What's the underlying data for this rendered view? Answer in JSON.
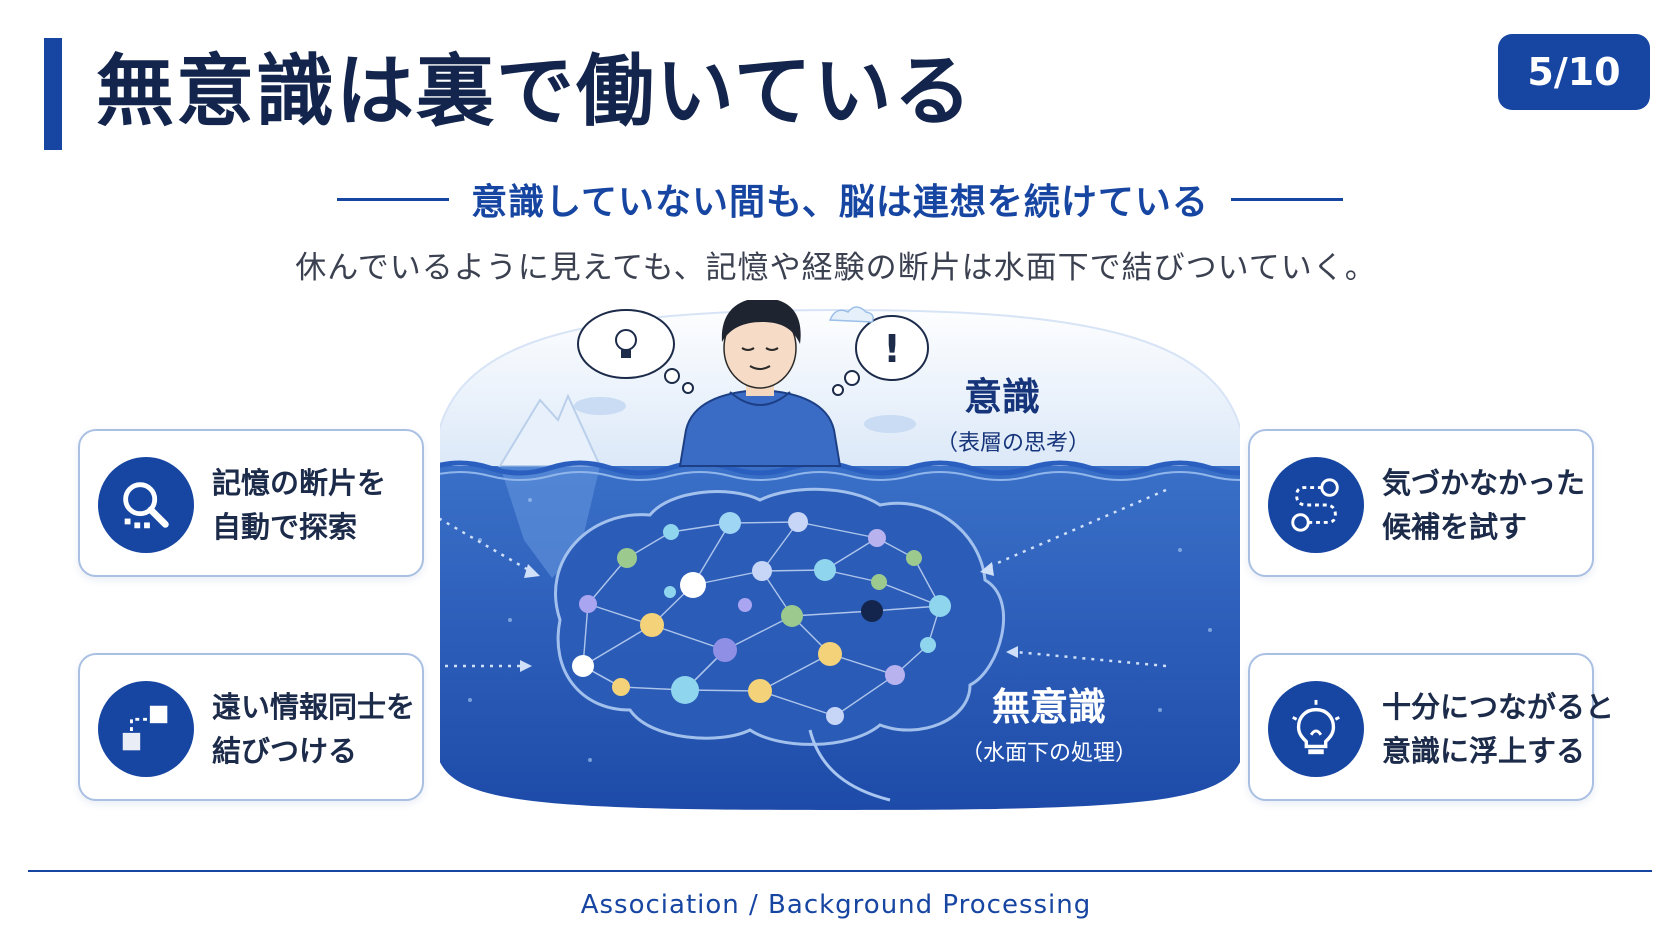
{
  "title": "無意識は裏で働いている",
  "page_indicator": "5/10",
  "subtitle": "意識していない間も、脳は連想を続けている",
  "lead": "休んでいるように見えても、記憶や経験の断片は水面下で結びついていく。",
  "layers": {
    "conscious": {
      "label": "意識",
      "note": "（表層の思考）"
    },
    "unconscious": {
      "label": "無意識",
      "note": "（水面下の処理）"
    }
  },
  "cards": [
    {
      "line1": "記憶の断片を",
      "line2": "自動で探索",
      "icon": "magnifier-icon"
    },
    {
      "line1": "遠い情報同士を",
      "line2": "結びつける",
      "icon": "connect-blocks-icon"
    },
    {
      "line1": "気づかなかった",
      "line2": "候補を試す",
      "icon": "path-nodes-icon"
    },
    {
      "line1": "十分につながると",
      "line2": "意識に浮上する",
      "icon": "lightbulb-icon"
    }
  ],
  "thought_bubbles": {
    "left_symbol": "lightbulb",
    "right_symbol": "!"
  },
  "colors": {
    "primary": "#1746a2",
    "title": "#13254d",
    "water": "#2f63c0",
    "card_border": "#a9c0e3"
  },
  "footer": "Association / Background Processing"
}
